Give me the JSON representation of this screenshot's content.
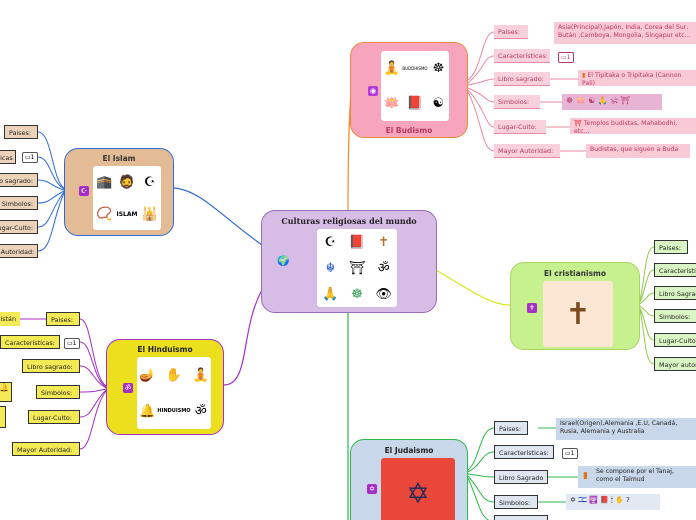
{
  "center": {
    "title": "Culturas religiosas del mundo",
    "icons": [
      "☪",
      "📕",
      "✝",
      "☬",
      "⛩",
      "ॐ",
      "🙏",
      "☸",
      "👁"
    ]
  },
  "budismo": {
    "title": "El Budismo",
    "image_caption": "BUDDHISMO",
    "icons": [
      "🧘",
      "☸",
      "🪷",
      "📕",
      "☯",
      "🪔"
    ],
    "rows": [
      {
        "label": "Países:",
        "value": "Asia(Principal),Japón, India, Corea del Sur, Bután ,Camboya, Mongolia, Singapur etc..."
      },
      {
        "label": "Características:",
        "badge": "1"
      },
      {
        "label": "Libro sagrado:",
        "value": "El Tipitaka o Tripitaka (Cannon Pali)"
      },
      {
        "label": "Simbolos:",
        "value": "☸ 🪷 ☯ 🙏 🕉 ⛩"
      },
      {
        "label": "Lugar-Culto:",
        "value": "Templos budistas, Mahabodhi, etc..."
      },
      {
        "label": "Mayor Autoridad:",
        "value": "Budistas, que siguen a Buda"
      }
    ]
  },
  "cristianismo": {
    "title": "El cristianismo",
    "rows": [
      "Paises:",
      "Características:",
      "Libro Sagrado:",
      "Simbolos:",
      "Lugar-Culto:",
      "Mayor autoridad:"
    ]
  },
  "judaismo": {
    "title": "El Judaismo",
    "rows": [
      {
        "label": "Paises:",
        "value": "Israel(Origen),Alemania ,E.U, Canadá, Rusia, Alemania y Australia"
      },
      {
        "label": "Características:",
        "badge": "1"
      },
      {
        "label": "Libro Sagrado",
        "value": "Se compone por el Tanaj, como el Talmud"
      },
      {
        "label": "Simbolos:",
        "value": "✡ 🇮🇱 🕎 📕 🕯 ✋",
        "count": "7"
      }
    ]
  },
  "islam": {
    "title": "El Islam",
    "image_caption": "ISLAM",
    "icons": [
      "🕋",
      "🧔",
      "☪",
      "📿",
      "🕌",
      "📗"
    ],
    "rows": [
      {
        "label": "Paises:"
      },
      {
        "label": "Características",
        "badge": "1"
      },
      {
        "label": "Libro sagrado:"
      },
      {
        "label": "Simbolos:"
      },
      {
        "label": "Lugar-Culto:"
      },
      {
        "label": "Mayor Autoridad:"
      }
    ]
  },
  "hinduismo": {
    "title": "El Hinduismo",
    "image_caption": "HINDUISMO",
    "icons": [
      "🪔",
      "✋",
      "🧘",
      "🔔",
      "☸",
      "ॐ"
    ],
    "rows": [
      {
        "label": "Paises:",
        "value": "Pakistán"
      },
      {
        "label": "Características:",
        "badge": "1"
      },
      {
        "label": "Libro sagrado:"
      },
      {
        "label": "Simbolos:"
      },
      {
        "label": "Lugar-Culto:"
      },
      {
        "label": "Mayor Autoridad:"
      }
    ]
  },
  "colors": {
    "budismo": "#f7a5bd",
    "cristianismo": "#c7f08f",
    "judaismo": "#c9d7ea",
    "islam": "#e3bc96",
    "hinduismo": "#ecdf1e",
    "center": "#d7bde6"
  }
}
